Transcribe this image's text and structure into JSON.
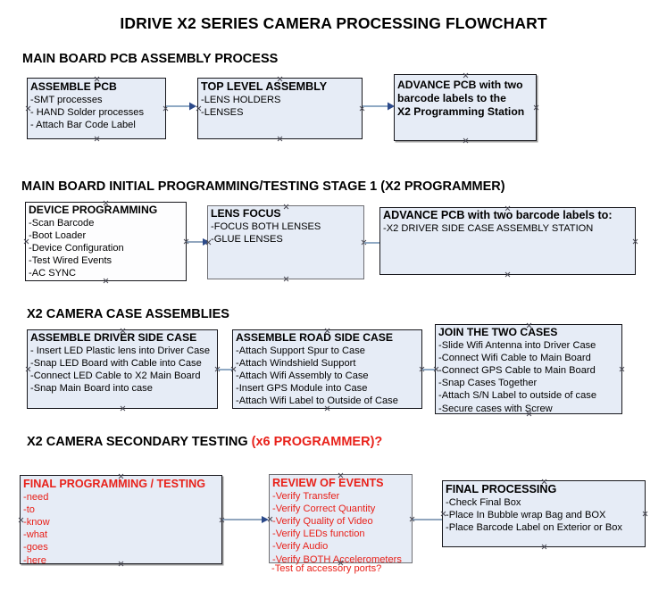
{
  "document": {
    "title": "IDRIVE X2  SERIES CAMERA PROCESSING FLOWCHART",
    "accent_red": "#e8211a",
    "box_fill": "#e6ecf6",
    "box_border": "#17171c",
    "arrow_color": "#8fa9c4"
  },
  "sections": [
    {
      "id": "main-board-pcb-assembly",
      "header": "MAIN BOARD PCB ASSEMBLY PROCESS",
      "header_accent": "",
      "boxes": [
        {
          "id": "assemble-pcb",
          "title": "ASSEMBLE PCB",
          "lines": [
            "-SMT processes",
            "- HAND Solder processes",
            "- Attach Bar Code Label"
          ]
        },
        {
          "id": "top-level-assembly",
          "title": "TOP LEVEL ASSEMBLY",
          "lines": [
            "-LENS HOLDERS",
            "-LENSES"
          ]
        },
        {
          "id": "advance-pcb-programming-station",
          "title": "",
          "lines": [
            "ADVANCE PCB with two",
            "barcode labels to the",
            " X2 Programming Station"
          ]
        }
      ]
    },
    {
      "id": "main-board-initial-programming",
      "header": "MAIN BOARD INITIAL PROGRAMMING/TESTING STAGE 1 (X2 PROGRAMMER)",
      "header_accent": "",
      "boxes": [
        {
          "id": "device-programming",
          "title": "DEVICE PROGRAMMING",
          "lines": [
            "-Scan Barcode",
            "-Boot Loader",
            "-Device Configuration",
            "-Test Wired Events",
            "-AC SYNC"
          ]
        },
        {
          "id": "lens-focus",
          "title": "LENS FOCUS",
          "lines": [
            "-FOCUS BOTH LENSES",
            "-GLUE LENSES"
          ]
        },
        {
          "id": "advance-pcb-driver-side-case",
          "title": "ADVANCE PCB with two barcode labels to:",
          "lines": [
            "-X2 DRIVER  SIDE  CASE  ASSEMBLY STATION"
          ]
        }
      ]
    },
    {
      "id": "x2-camera-case-assemblies",
      "header": "X2 CAMERA CASE ASSEMBLIES",
      "header_accent": "",
      "boxes": [
        {
          "id": "assemble-driver-side-case",
          "title": "ASSEMBLE DRIVER SIDE CASE",
          "lines": [
            "- Insert LED Plastic lens into Driver Case",
            "-Snap LED Board with Cable into Case",
            "-Connect LED Cable to X2 Main Board",
            "-Snap Main Board into case"
          ]
        },
        {
          "id": "assemble-road-side-case",
          "title": "ASSEMBLE ROAD SIDE CASE",
          "lines": [
            "-Attach Support Spur to Case",
            "-Attach Windshield Support",
            "-Attach Wifi Assembly to Case",
            "-Insert GPS Module into Case",
            "-Attach Wifi Label to Outside of Case"
          ]
        },
        {
          "id": "join-the-two-cases",
          "title": "JOIN THE TWO CASES",
          "lines": [
            "-Slide Wifi Antenna into Driver Case",
            "-Connect Wifi Cable to Main Board",
            "-Connect GPS Cable to Main Board",
            "-Snap Cases Together",
            "-Attach S/N Label to outside of case",
            "-Secure cases with Screw"
          ]
        }
      ]
    },
    {
      "id": "x2-camera-secondary-testing",
      "header": "X2 CAMERA SECONDARY TESTING ",
      "header_accent": "(x6 PROGRAMMER)?",
      "boxes": [
        {
          "id": "final-programming-testing",
          "title": "FINAL PROGRAMMING / TESTING",
          "lines": [
            "-need",
            "-to",
            "-know",
            "-what",
            "-goes",
            "-here"
          ]
        },
        {
          "id": "review-of-events",
          "title": "REVIEW OF EVENTS",
          "lines": [
            "-Verify Transfer",
            "-Verify Correct Quantity",
            "-Verify Quality of Video",
            "-Verify LEDs function",
            "-Verify Audio",
            "-Verify BOTH Accelerometers"
          ],
          "overflow_line": "-Test of accessory ports?"
        },
        {
          "id": "final-processing",
          "title": "FINAL PROCESSING",
          "lines": [
            " -Check Final Box",
            "-Place In Bubble wrap Bag and BOX",
            "-Place Barcode Label on Exterior or Box"
          ]
        }
      ]
    }
  ]
}
